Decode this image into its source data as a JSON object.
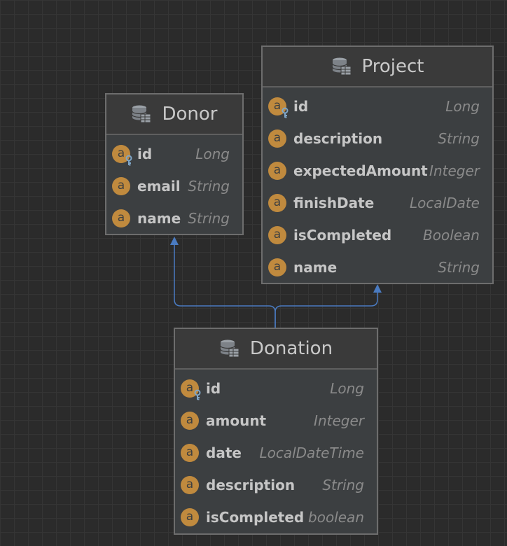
{
  "entities": {
    "donor": {
      "name": "Donor",
      "fields": [
        {
          "name": "id",
          "type": "Long",
          "icon": "primary-key-field-icon"
        },
        {
          "name": "email",
          "type": "String",
          "icon": "field-icon"
        },
        {
          "name": "name",
          "type": "String",
          "icon": "field-icon"
        }
      ]
    },
    "project": {
      "name": "Project",
      "fields": [
        {
          "name": "id",
          "type": "Long",
          "icon": "primary-key-field-icon"
        },
        {
          "name": "description",
          "type": "String",
          "icon": "field-icon"
        },
        {
          "name": "expectedAmount",
          "type": "Integer",
          "icon": "field-icon"
        },
        {
          "name": "finishDate",
          "type": "LocalDate",
          "icon": "field-icon"
        },
        {
          "name": "isCompleted",
          "type": "Boolean",
          "icon": "field-icon"
        },
        {
          "name": "name",
          "type": "String",
          "icon": "field-icon"
        }
      ]
    },
    "donation": {
      "name": "Donation",
      "fields": [
        {
          "name": "id",
          "type": "Long",
          "icon": "primary-key-field-icon"
        },
        {
          "name": "amount",
          "type": "Integer",
          "icon": "field-icon"
        },
        {
          "name": "date",
          "type": "LocalDateTime",
          "icon": "field-icon"
        },
        {
          "name": "description",
          "type": "String",
          "icon": "field-icon"
        },
        {
          "name": "isCompleted",
          "type": "boolean",
          "icon": "field-icon"
        }
      ]
    }
  },
  "field_icon_letter": "a",
  "colors": {
    "background": "#2b2b2b",
    "entity_body": "#3c3f41",
    "entity_border": "#6d6d6d",
    "field_icon": "#c08a3e",
    "key_icon": "#7fa6c8",
    "link": "#4a7bc1"
  }
}
